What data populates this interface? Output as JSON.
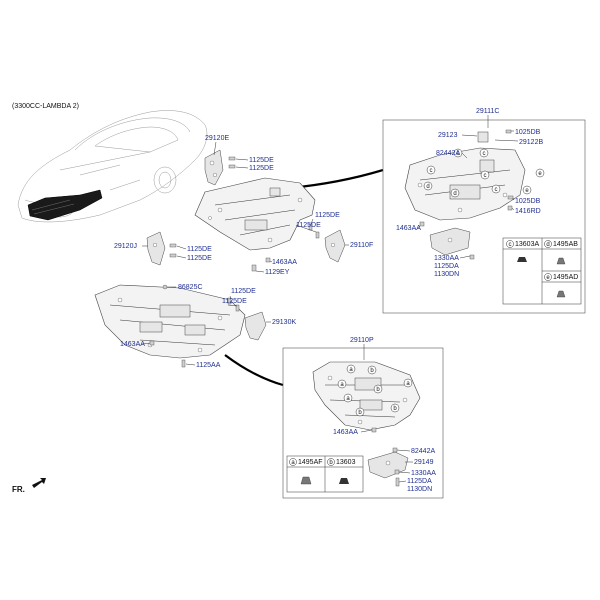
{
  "header": {
    "engine_label": "(3300CC-LAMBDA 2)"
  },
  "footer": {
    "direction_label": "FR."
  },
  "groups": {
    "group1": [
      "29120E",
      "1125DE",
      "1125DE",
      "1125DE",
      "1125DE",
      "29120J",
      "1125DE",
      "1125DE",
      "1463AA",
      "1129EY",
      "29110F"
    ],
    "group2": [
      "86825C",
      "1125DE",
      "1125DE",
      "29130K",
      "1463AA",
      "1125AA"
    ],
    "box_upper": [
      "29111C",
      "29123",
      "1025DB",
      "29122B",
      "82442A",
      "1025DB",
      "1416RD",
      "1463AA",
      "1330AA",
      "1125DA",
      "1130DN"
    ],
    "box_lower": [
      "29110P",
      "1463AA",
      "82442A",
      "29149",
      "1330AA",
      "1125DA",
      "1130DN"
    ]
  },
  "legend_upper": [
    {
      "letter": "c",
      "code": "13603A"
    },
    {
      "letter": "d",
      "code": "1495AB"
    },
    {
      "letter": "e",
      "code": "1495AD"
    }
  ],
  "legend_lower": [
    {
      "letter": "a",
      "code": "1495AF"
    },
    {
      "letter": "b",
      "code": "13603"
    }
  ]
}
